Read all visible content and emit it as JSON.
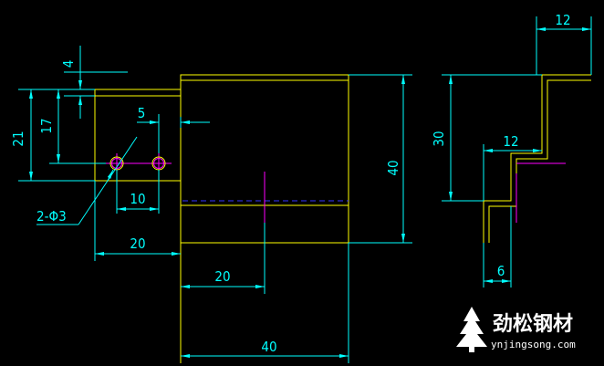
{
  "colors": {
    "background": "#000000",
    "outline": "#ffff00",
    "dimension": "#00ffff",
    "centerline": "#ff00ff",
    "hidden_line": "#3333ff",
    "watermark": "#ffffff"
  },
  "dimensions": {
    "thickness_4": "4",
    "left_height_21": "21",
    "hole_height_17": "17",
    "hole_spacing_5": "5",
    "hole_spacing_10": "10",
    "holes_label": "2-Φ3",
    "left_offset_20": "20",
    "center_offset_20": "20",
    "bottom_width_40": "40",
    "right_height_40": "40",
    "side_top_12": "12",
    "side_height_30": "30",
    "side_mid_12": "12",
    "side_bottom_6": "6"
  },
  "watermark": {
    "brand": "劲松钢材",
    "site": "ynjingsong.com"
  }
}
